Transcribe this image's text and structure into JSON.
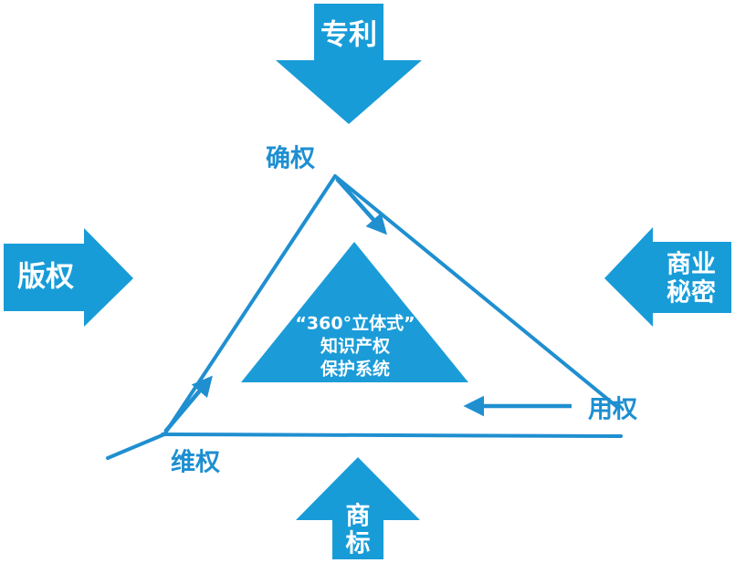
{
  "diagram": {
    "title": "“360°立体式”知识产权保护系统",
    "colors": {
      "arrow_fill": "#189CD8",
      "core_triangle_fill": "#1B9CD8",
      "outline_stroke": "#1F8FD0",
      "cycle_label_color": "#1D8FD1",
      "arrow_text_color": "#FFFFFF",
      "background": "#FFFFFF"
    },
    "input_arrows": [
      {
        "id": "top",
        "label": "专利",
        "direction": "down",
        "orientation": "horizontal-text"
      },
      {
        "id": "left",
        "label": "版权",
        "direction": "right",
        "orientation": "horizontal-text"
      },
      {
        "id": "right",
        "label_line1": "商业",
        "label_line2": "秘密",
        "direction": "left",
        "orientation": "horizontal-text"
      },
      {
        "id": "bottom",
        "label_char1": "商",
        "label_char2": "标",
        "direction": "up",
        "orientation": "vertical-text"
      }
    ],
    "cycle_labels": [
      {
        "id": "queque",
        "label": "确权"
      },
      {
        "id": "yongquan",
        "label": "用权"
      },
      {
        "id": "weiquan",
        "label": "维权"
      }
    ],
    "core": {
      "line1": "“360°立体式”",
      "line2": "知识产权",
      "line3": "保护系统"
    }
  }
}
